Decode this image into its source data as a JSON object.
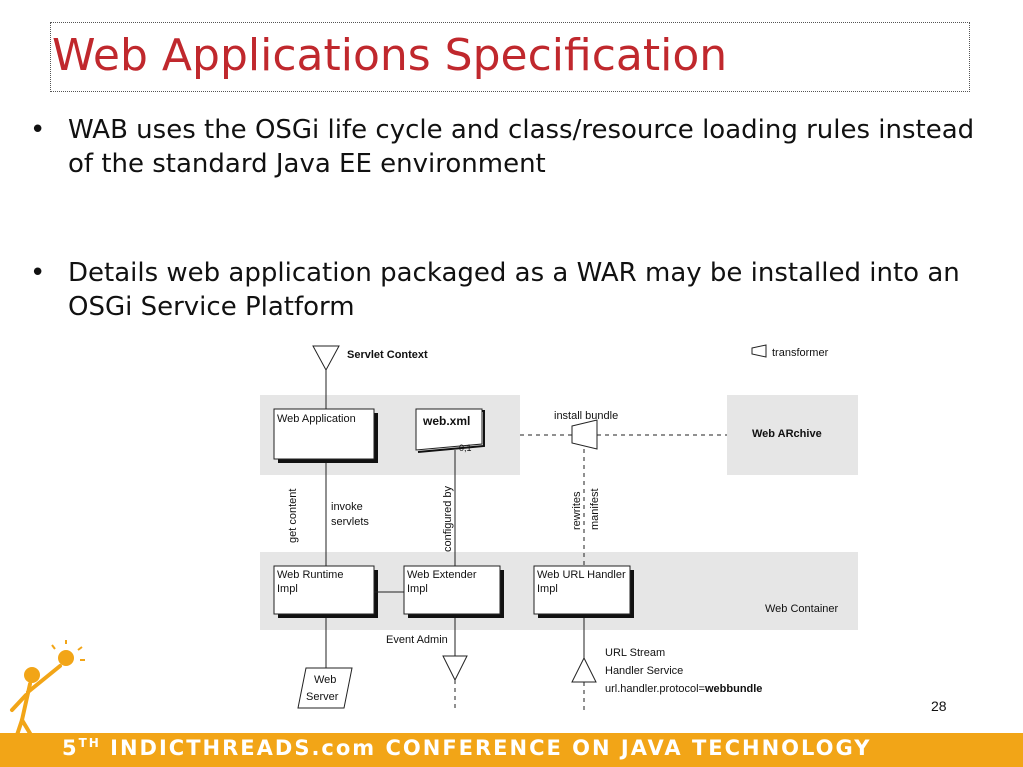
{
  "slide": {
    "title": "Web Applications Specification",
    "bullets": [
      "WAB uses the OSGi life cycle and class/resource loading rules instead of the standard Java EE environment",
      "Details web application packaged as a WAR may be installed into an OSGi Service Platform"
    ],
    "bullet_glyph": "•",
    "page_number": "28"
  },
  "diagram": {
    "servlet_context": "Servlet Context",
    "transformer_legend": "transformer",
    "web_application": "Web Application",
    "web_xml": "web.xml",
    "multiplicity": "0,1",
    "install_bundle": "install bundle",
    "web_archive": "Web ARchive",
    "get_content": "get content",
    "invoke_line1": "invoke",
    "invoke_line2": "servlets",
    "configured_by": "configured by",
    "rewrites": "rewrites",
    "manifest": "manifest",
    "web_runtime_line1": "Web Runtime",
    "web_runtime_line2": "Impl",
    "web_extender_line1": "Web Extender",
    "web_extender_line2": "Impl",
    "url_handler_line1": "Web URL Handler",
    "url_handler_line2": "Impl",
    "web_container": "Web Container",
    "event_admin": "Event Admin",
    "web_server_line1": "Web",
    "web_server_line2": "Server",
    "url_stream_line1": "URL Stream",
    "url_stream_line2": "Handler Service",
    "url_protocol_prefix": "url.handler.protocol=",
    "url_protocol_value": "webbundle"
  },
  "footer": {
    "ordinal_number": "5",
    "ordinal_suffix": "TH",
    "text": "INDICTHREADS.com CONFERENCE ON JAVA TECHNOLOGY"
  },
  "colors": {
    "title": "#c0282d",
    "footer_bar": "#f2a517",
    "diagram_band": "#e6e6e6"
  }
}
